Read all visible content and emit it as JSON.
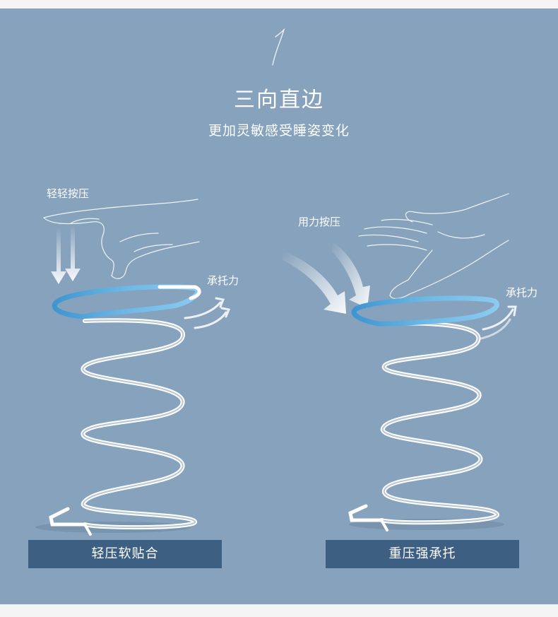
{
  "number": "1",
  "title": "三向直边",
  "subtitle": "更加灵敏感受睡姿变化",
  "left": {
    "press_label": "轻轻按压",
    "support_label": "承托力",
    "caption": "轻压软贴合"
  },
  "right": {
    "press_label": "用力按压",
    "support_label": "承托力",
    "caption": "重压强承托"
  },
  "colors": {
    "background": "#87a2bc",
    "caption_bg": "#3c5f82",
    "spring_top": "#56a6da",
    "text": "#ffffff"
  },
  "icons": [
    "hand-icon",
    "down-arrows-icon",
    "curved-arrows-icon",
    "spring-icon"
  ]
}
